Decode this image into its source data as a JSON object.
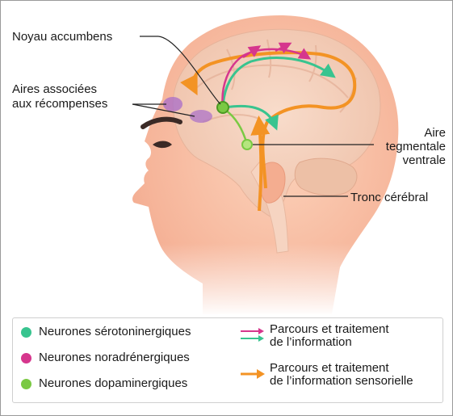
{
  "labels": {
    "noyau": "Noyau accumbens",
    "aires_line1": "Aires associées",
    "aires_line2": "aux récompenses",
    "aire_line1": "Aire",
    "aire_line2": "tegmentale",
    "aire_line3": "ventrale",
    "tronc": "Tronc cérébral"
  },
  "legend": {
    "serotonin": "Neurones sérotoninergiques",
    "noradrenergic": "Neurones noradrénergiques",
    "dopaminergic": "Neurones dopaminergiques",
    "path1_line1": "Parcours et traitement",
    "path1_line2": "de l’information",
    "path2_line1": "Parcours et traitement",
    "path2_line2": "de l’information sensorielle"
  },
  "colors": {
    "skin": "#f7c4a8",
    "skin_dark": "#f0a98c",
    "brain": "#f3cdb6",
    "serotonin": "#38c48f",
    "noradrenergic": "#d6368d",
    "dopaminergic": "#7ac943",
    "orange_path": "#f39324",
    "purple_area": "#a86cc9"
  }
}
